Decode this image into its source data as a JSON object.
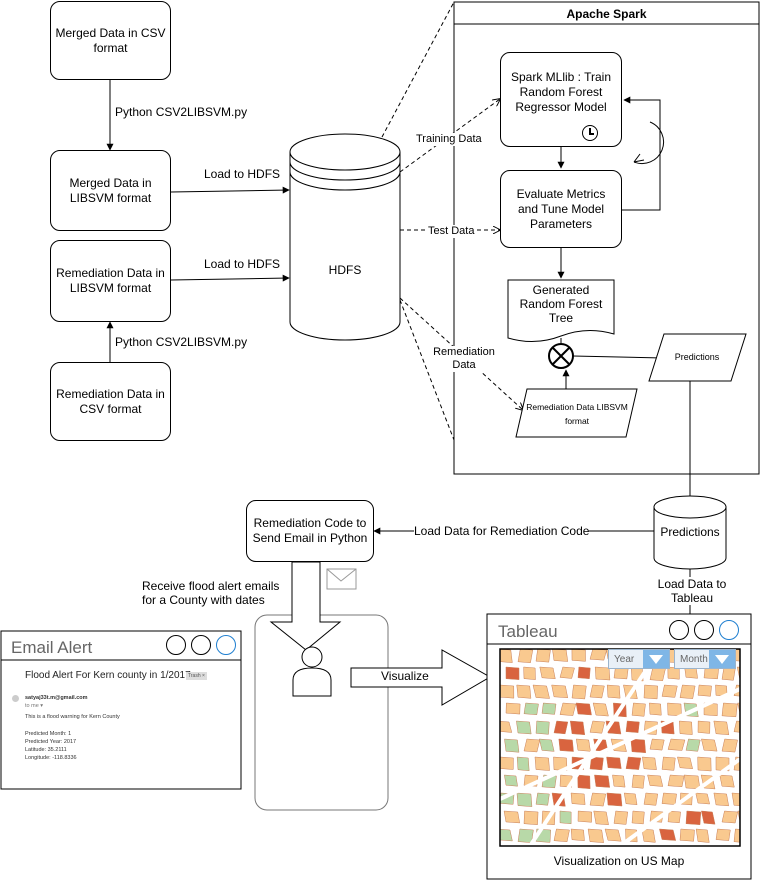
{
  "boxes": {
    "merged_csv": "Merged Data in CSV format",
    "merged_libsvm": "Merged Data in LIBSVM format",
    "remediation_libsvm": "Remediation Data in LIBSVM format",
    "remediation_csv": "Remediation Data in CSV format",
    "hdfs": "HDFS",
    "spark_title": "Apache Spark",
    "spark_mllib": "Spark MLlib : Train Random Forest Regressor Model",
    "evaluate": "Evaluate Metrics and Tune Model Parameters",
    "generated_tree": "Generated Random Forest Tree",
    "remediation_libsvm_para": "Remediation Data LIBSVM format",
    "predictions_para": "Predictions",
    "predictions_db": "Predictions",
    "remediation_code": "Remediation Code to Send Email in Python",
    "viz_caption": "Visualization on US Map"
  },
  "labels": {
    "python_top": "Python CSV2LIBSVM.py",
    "python_bottom": "Python CSV2LIBSVM.py",
    "load_hdfs_1": "Load to HDFS",
    "load_hdfs_2": "Load to HDFS",
    "training_data": "Training Data",
    "test_data": "Test Data",
    "remediation_data": "Remediation Data",
    "load_remediation": "Load Data for Remediation Code",
    "load_tableau": "Load Data to Tableau",
    "receive_alerts": "Receive flood alert emails for a County with dates",
    "visualize": "Visualize"
  },
  "email": {
    "window_title": "Email Alert",
    "subject": "Flood Alert For Kern county in 1/2017",
    "badge": "Trash ×",
    "sender": "satyaj33t.m@gmail.com",
    "to": "to me ▾",
    "body_line": "This is a flood warning for Kern County",
    "predicted_month": "Predicted Month: 1",
    "predicted_year": "Predicted Year: 2017",
    "latitude": "Latitude: 35.2111",
    "longitude": "Longitude: -118.8336"
  },
  "tableau": {
    "window_title": "Tableau",
    "year_select": "Year",
    "month_select": "Month"
  },
  "colors": {
    "window_blue": "#1f7fd0",
    "map_orange": "#f9c98f",
    "map_dark": "#d9643f",
    "map_green": "#b8d9a8"
  }
}
